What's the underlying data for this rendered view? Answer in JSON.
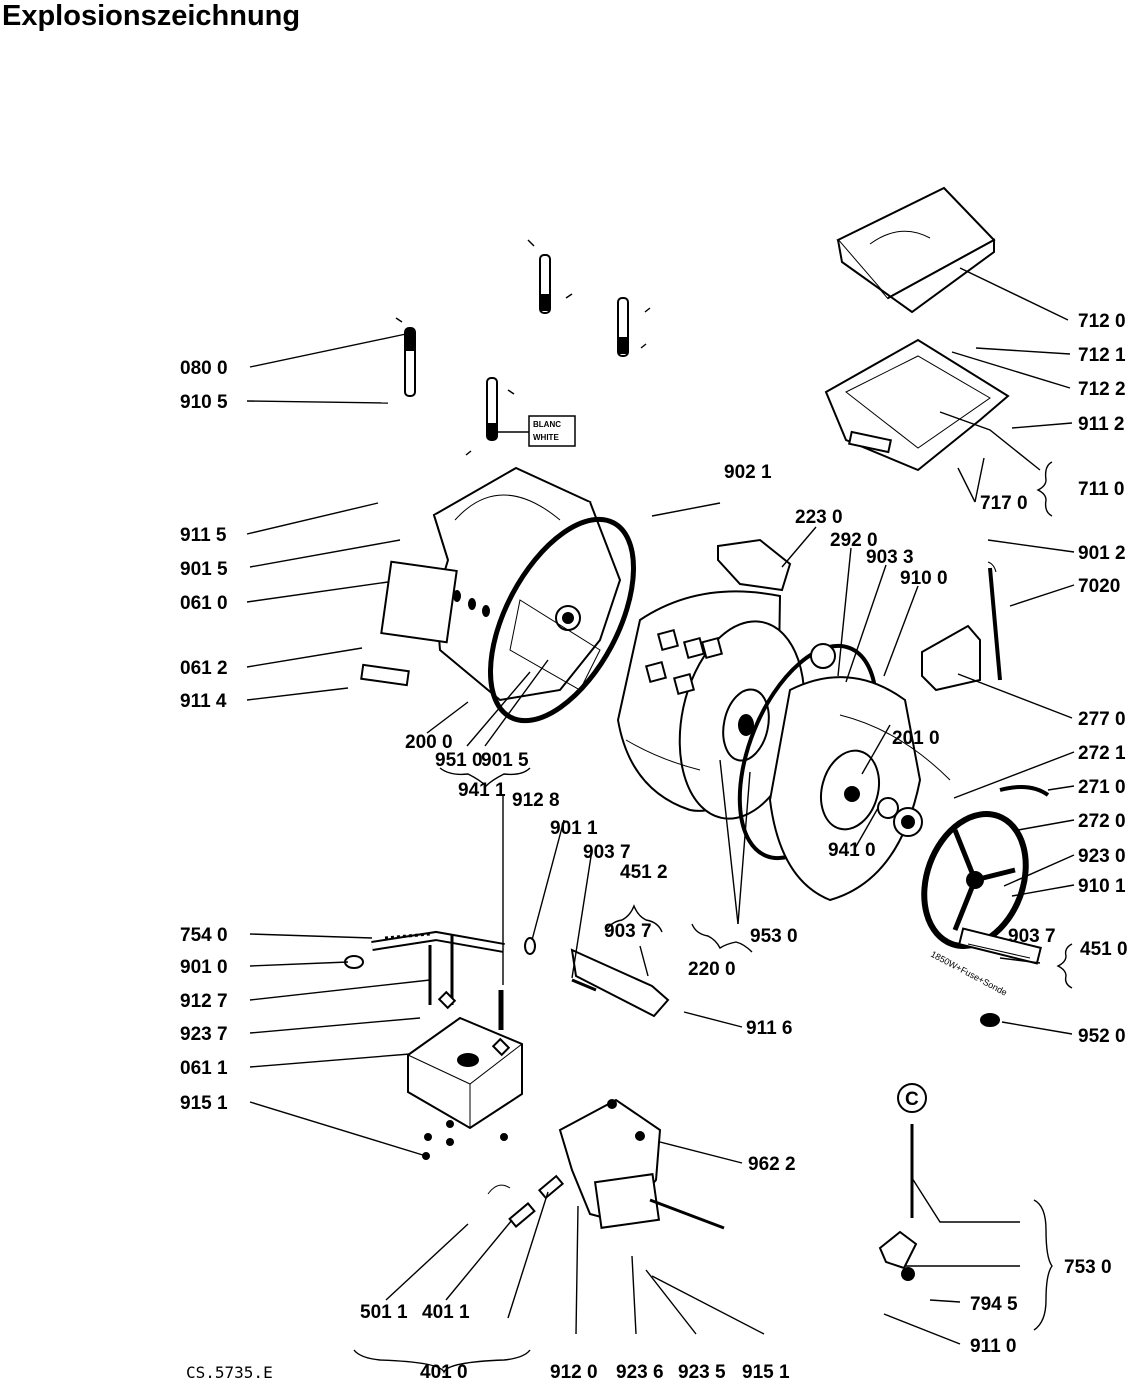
{
  "title": "Explosionszeichnung",
  "drawing_ref": "CS.5735.E",
  "tag_blanc": "BLANC",
  "tag_white": "WHITE",
  "circle_marker": "C",
  "heater_note": "1850W+Fuse+Sonde",
  "labels": {
    "l0800": "080 0",
    "l9105": "910 5",
    "l9115": "911 5",
    "l9015a": "901 5",
    "l0610": "061 0",
    "l0612": "061 2",
    "l9114": "911 4",
    "l2000": "200 0",
    "l9510": "951 0",
    "l9015b": "901 5",
    "l9411": "941 1",
    "l9128": "912 8",
    "l9011": "901 1",
    "l9037a": "903 7",
    "l4512": "451 2",
    "l9037b": "903 7",
    "l7540": "754 0",
    "l9010": "901 0",
    "l9127": "912 7",
    "l9237": "923 7",
    "l0611": "061 1",
    "l9151a": "915 1",
    "l9116": "911 6",
    "l9021": "902 1",
    "l2230": "223 0",
    "l2920": "292 0",
    "l9033": "903 3",
    "l9100": "910 0",
    "l7120": "712 0",
    "l7121": "712 1",
    "l7122": "712 2",
    "l9112": "911 2",
    "l7110": "711 0",
    "l7170": "717 0",
    "l9012": "901 2",
    "l7020": "7020",
    "l2770": "277 0",
    "l2010": "201 0",
    "l2721": "272 1",
    "l2710": "271 0",
    "l2720": "272 0",
    "l9230": "923 0",
    "l9101": "910 1",
    "l9410": "941 0",
    "l9530": "953 0",
    "l2200": "220 0",
    "l9037c": "903 7",
    "l4510": "451 0",
    "l9520": "952 0",
    "l9622": "962 2",
    "l7530": "753 0",
    "l7945": "794 5",
    "l9110": "911 0",
    "l5011": "501 1",
    "l4011": "401 1",
    "l4010": "401 0",
    "l9120": "912 0",
    "l9236": "923 6",
    "l9235": "923 5",
    "l9151b": "915 1"
  }
}
